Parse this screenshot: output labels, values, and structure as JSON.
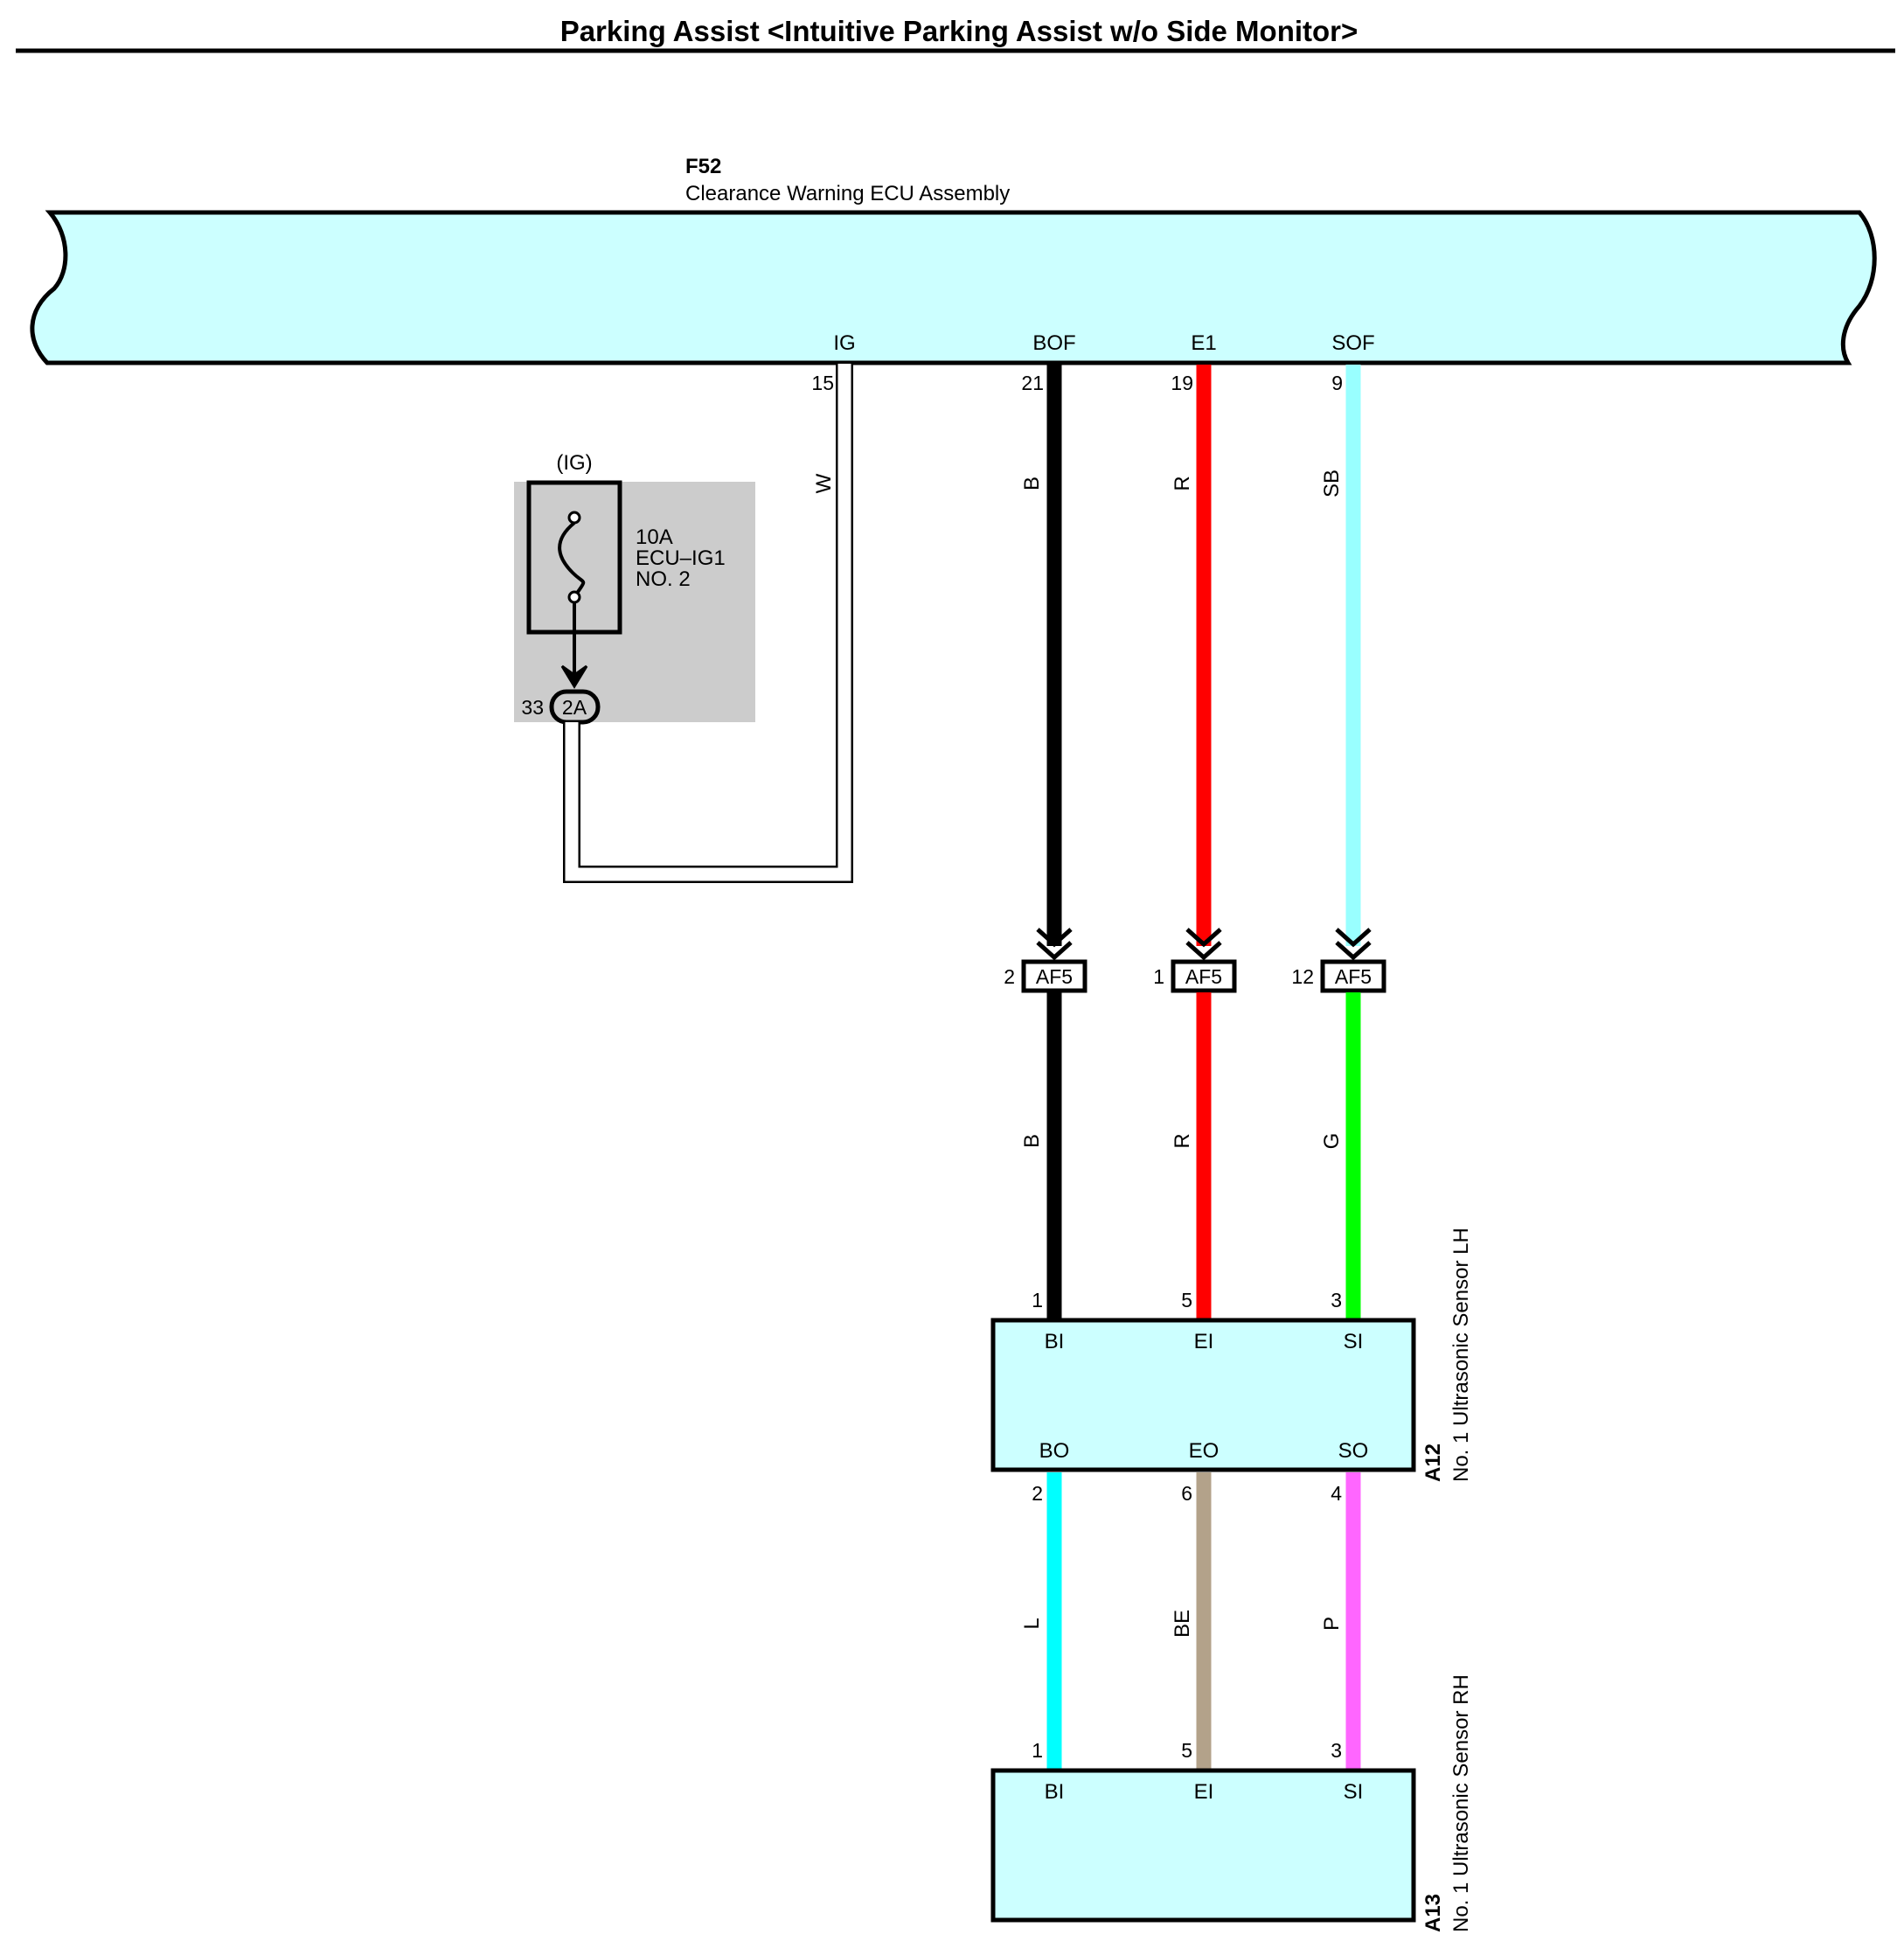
{
  "title": "Parking Assist <Intuitive Parking Assist w/o Side Monitor>",
  "colors": {
    "component_fill": "#ccffff",
    "fuse_box_fill": "#cccccc",
    "B": "#000000",
    "R": "#ff0000",
    "SB": "#99ffff",
    "G": "#00ff00",
    "L": "#00ffff",
    "BE": "#b3a28a",
    "P": "#ff66ff",
    "W": "#ffffff"
  },
  "ecu": {
    "code": "F52",
    "name": "Clearance Warning ECU Assembly",
    "terminals": {
      "ig": {
        "name": "IG",
        "pin": "15"
      },
      "bof": {
        "name": "BOF",
        "pin": "21"
      },
      "e1": {
        "name": "E1",
        "pin": "19"
      },
      "sof": {
        "name": "SOF",
        "pin": "9"
      }
    }
  },
  "fuse": {
    "source": "(IG)",
    "rating": "10A",
    "name": "ECU–IG1",
    "number": "NO. 2",
    "connector": "2A",
    "connector_pin": "33"
  },
  "wires_upper": {
    "w": "W",
    "b": "B",
    "r": "R",
    "sb": "SB"
  },
  "junction": {
    "connector": "AF5",
    "pins": {
      "b": "2",
      "r": "1",
      "sb": "12"
    }
  },
  "wires_middle": {
    "b": "B",
    "r": "R",
    "g": "G"
  },
  "sensor_lh": {
    "code": "A12",
    "name": "No. 1 Ultrasonic Sensor LH",
    "in": {
      "bi": {
        "name": "BI",
        "pin": "1"
      },
      "ei": {
        "name": "EI",
        "pin": "5"
      },
      "si": {
        "name": "SI",
        "pin": "3"
      }
    },
    "out": {
      "bo": {
        "name": "BO",
        "pin": "2"
      },
      "eo": {
        "name": "EO",
        "pin": "6"
      },
      "so": {
        "name": "SO",
        "pin": "4"
      }
    }
  },
  "wires_lower": {
    "l": "L",
    "be": "BE",
    "p": "P"
  },
  "sensor_rh": {
    "code": "A13",
    "name": "No. 1 Ultrasonic Sensor RH",
    "in": {
      "bi": {
        "name": "BI",
        "pin": "1"
      },
      "ei": {
        "name": "EI",
        "pin": "5"
      },
      "si": {
        "name": "SI",
        "pin": "3"
      }
    }
  }
}
